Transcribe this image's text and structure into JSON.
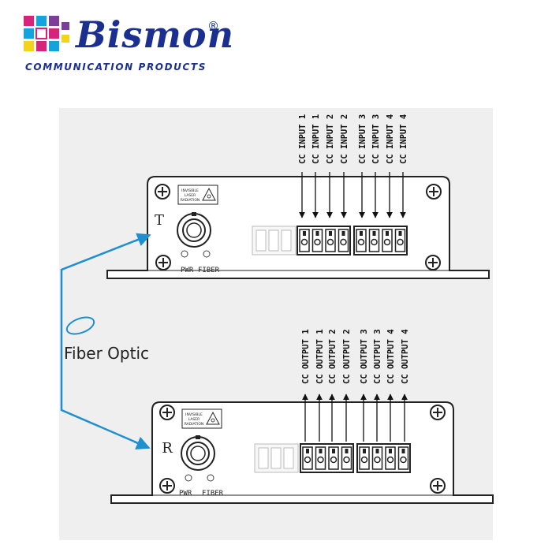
{
  "logo": {
    "name": "Bismon",
    "registered": "®",
    "tagline": "COMMUNICATION PRODUCTS",
    "colors": {
      "brand_blue": "#1a2f8f",
      "magenta": "#d6247c",
      "cyan": "#14a3dc",
      "yellow": "#f3d41a",
      "purple": "#7b3f98"
    }
  },
  "transmitter": {
    "letter": "T",
    "laser_label": [
      "INVISIBLE",
      "LASER",
      "RADIATION"
    ],
    "led_labels": [
      "PWR",
      "FIBER"
    ],
    "channel_labels": [
      "CC INPUT 1",
      "CC INPUT 1",
      "CC INPUT 2",
      "CC INPUT 2",
      "CC INPUT 3",
      "CC INPUT 3",
      "CC INPUT 4",
      "CC INPUT 4"
    ]
  },
  "receiver": {
    "letter": "R",
    "laser_label": [
      "INVISIBLE",
      "LASER",
      "RADIATION"
    ],
    "led_labels": [
      "PWR",
      "FIBER"
    ],
    "channel_labels": [
      "CC OUTPUT 1",
      "CC OUTPUT 1",
      "CC OUTPUT 2",
      "CC OUTPUT 2",
      "CC OUTPUT 3",
      "CC OUTPUT 3",
      "CC OUTPUT 4",
      "CC OUTPUT 4"
    ]
  },
  "fiber_label": "Fiber Optic",
  "colors": {
    "fiber": "#1f8fd0",
    "device_line": "#222222",
    "background": "#efefef"
  }
}
